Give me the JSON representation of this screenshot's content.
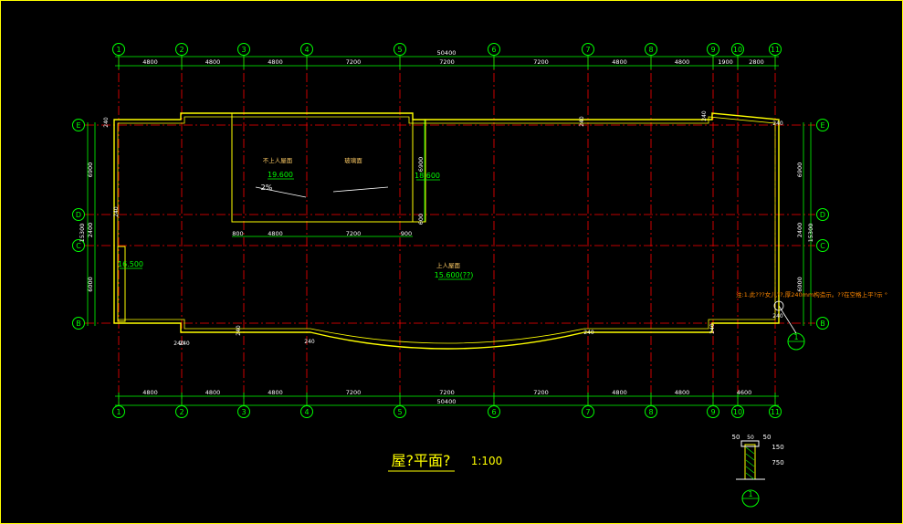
{
  "colors": {
    "background": "#000000",
    "axis": "#ff0000",
    "dimension": "#00ff00",
    "wall": "#ffff00",
    "text": "#ffffff",
    "note": "#ff8800",
    "label": "#ffcc66"
  },
  "grid": {
    "columns": [
      "1",
      "2",
      "3",
      "4",
      "5",
      "6",
      "7",
      "8",
      "9",
      "10",
      "11"
    ],
    "rows_left": [
      "E",
      "D",
      "C",
      "B"
    ],
    "rows_right": [
      "E",
      "D",
      "C",
      "B"
    ]
  },
  "dimensions": {
    "top_total": "50400",
    "top": [
      "4800",
      "4800",
      "4800",
      "7200",
      "7200",
      "7200",
      "4800",
      "4800",
      "1900",
      "2800"
    ],
    "bottom_total": "50400",
    "bottom": [
      "4800",
      "4800",
      "4800",
      "7200",
      "7200",
      "7200",
      "4800",
      "4800",
      "4600"
    ],
    "left_total": "15300",
    "left": [
      "6900",
      "2400",
      "6000"
    ],
    "right_total": "15300",
    "right": [
      "6900",
      "2400",
      "6000"
    ],
    "inner": [
      "800",
      "4800",
      "7200",
      "900"
    ],
    "inner_height": "6900",
    "inner_small": "600"
  },
  "labels": {
    "roof_no_access": "不上人屋面",
    "glass_roof": "玻璃面",
    "elev_1": "19.600",
    "slope": "2%",
    "elev_2": "18.600",
    "roof_access": "上人屋面",
    "elev_main": "15.600(??)",
    "elev_left": "16.500",
    "note": "注:1.此???女儿??,厚240mm构造示。??在空格上平?示 °",
    "title": "屋?平面?",
    "scale": "1:100",
    "section_mark": "1",
    "wall_marks": [
      "240",
      "240",
      "240",
      "240",
      "240",
      "240",
      "240",
      "240",
      "240",
      "240",
      "240",
      "240"
    ]
  },
  "detail": {
    "dims_top": [
      "50",
      "50",
      "50"
    ],
    "dims_right": [
      "150",
      "750"
    ],
    "mark": "1"
  }
}
